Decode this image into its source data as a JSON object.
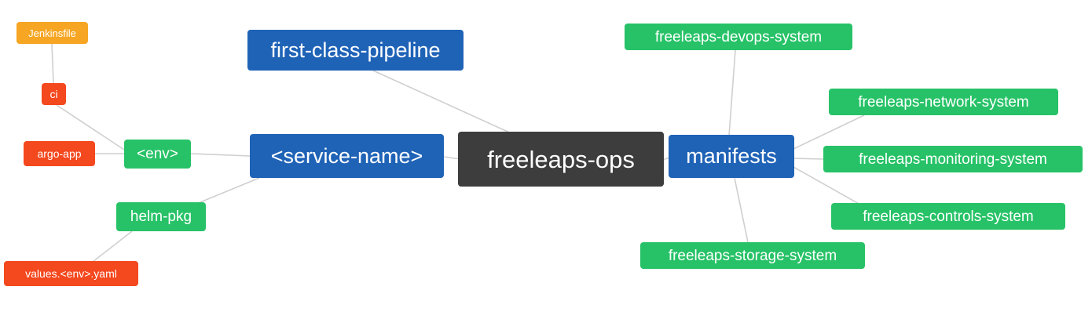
{
  "diagram": {
    "type": "mindmap",
    "background": "#ffffff",
    "edge_color": "#cfcfcf",
    "colors": {
      "root": "#3d3d3d",
      "branch_blue": "#1f63b7",
      "group_green": "#27c267",
      "leaf_red": "#f4481e",
      "leaf_amber": "#f6a623"
    },
    "nodes": {
      "root": {
        "label": "freeleaps-ops"
      },
      "first_class_pipeline": {
        "label": "first-class-pipeline"
      },
      "service_name": {
        "label": "<service-name>"
      },
      "env": {
        "label": "<env>"
      },
      "ci": {
        "label": "ci"
      },
      "jenkinsfile": {
        "label": "Jenkinsfile"
      },
      "argo_app": {
        "label": "argo-app"
      },
      "helm_pkg": {
        "label": "helm-pkg"
      },
      "values_env_yaml": {
        "label": "values.<env>.yaml"
      },
      "manifests": {
        "label": "manifests"
      },
      "devops_system": {
        "label": "freeleaps-devops-system"
      },
      "network_system": {
        "label": "freeleaps-network-system"
      },
      "monitoring_system": {
        "label": "freeleaps-monitoring-system"
      },
      "controls_system": {
        "label": "freeleaps-controls-system"
      },
      "storage_system": {
        "label": "freeleaps-storage-system"
      }
    },
    "edges": [
      {
        "from": "freeleaps-ops",
        "to": "first-class-pipeline"
      },
      {
        "from": "freeleaps-ops",
        "to": "<service-name>"
      },
      {
        "from": "freeleaps-ops",
        "to": "manifests"
      },
      {
        "from": "<service-name>",
        "to": "<env>"
      },
      {
        "from": "<service-name>",
        "to": "helm-pkg"
      },
      {
        "from": "<env>",
        "to": "ci"
      },
      {
        "from": "<env>",
        "to": "argo-app"
      },
      {
        "from": "ci",
        "to": "Jenkinsfile"
      },
      {
        "from": "helm-pkg",
        "to": "values.<env>.yaml"
      },
      {
        "from": "manifests",
        "to": "freeleaps-devops-system"
      },
      {
        "from": "manifests",
        "to": "freeleaps-network-system"
      },
      {
        "from": "manifests",
        "to": "freeleaps-monitoring-system"
      },
      {
        "from": "manifests",
        "to": "freeleaps-controls-system"
      },
      {
        "from": "manifests",
        "to": "freeleaps-storage-system"
      }
    ]
  }
}
